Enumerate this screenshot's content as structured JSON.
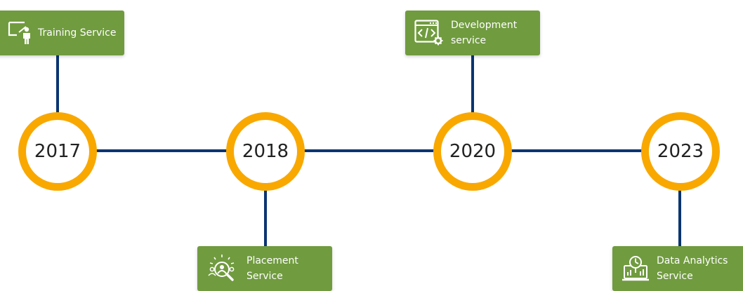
{
  "timeline": {
    "years": [
      {
        "year": "2017"
      },
      {
        "year": "2018"
      },
      {
        "year": "2020"
      },
      {
        "year": "2023"
      }
    ],
    "cards": [
      {
        "lines": [
          "Training Service"
        ],
        "icon": "presenter-board-icon"
      },
      {
        "lines": [
          "Placement",
          "Service"
        ],
        "icon": "talent-search-icon"
      },
      {
        "lines": [
          "Development",
          "service"
        ],
        "icon": "code-window-icon"
      },
      {
        "lines": [
          "Data Analytics",
          "Service"
        ],
        "icon": "analytics-laptop-icon"
      }
    ],
    "colors": {
      "line": "#0b3571",
      "ring": "#f9a800",
      "card": "#709b3f",
      "text": "#ffffff"
    }
  }
}
